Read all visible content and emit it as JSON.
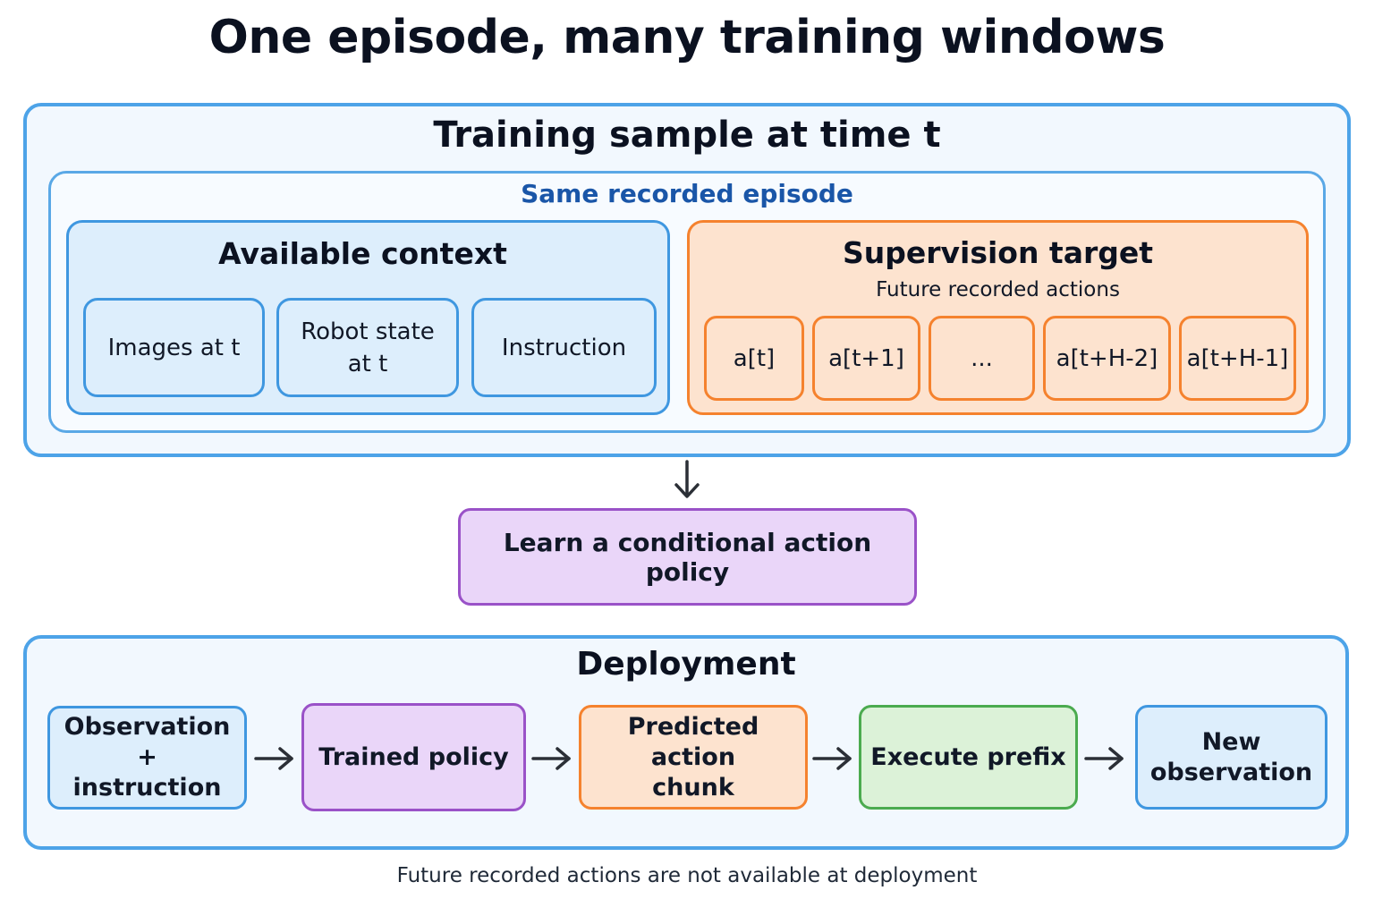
{
  "title": "One episode, many training windows",
  "training": {
    "title": "Training sample at time t",
    "episode_label": "Same recorded episode",
    "context": {
      "title": "Available context",
      "items": [
        "Images at t",
        "Robot state\nat t",
        "Instruction"
      ]
    },
    "supervision": {
      "title": "Supervision target",
      "subtitle": "Future recorded actions",
      "actions": [
        "a[t]",
        "a[t+1]",
        "...",
        "a[t+H-2]",
        "a[t+H-1]"
      ]
    }
  },
  "policy_label": "Learn a conditional action policy",
  "deployment": {
    "title": "Deployment",
    "steps": [
      "Observation +\ninstruction",
      "Trained policy",
      "Predicted action\nchunk",
      "Execute prefix",
      "New\nobservation"
    ]
  },
  "footer_note": "Future recorded actions are not available at deployment",
  "colors": {
    "blue_border": "#4da3e8",
    "blue_fill": "#ddeefc",
    "orange_border": "#f5822e",
    "orange_fill": "#fde3cf",
    "purple_border": "#9a52c8",
    "purple_fill": "#ead6f9",
    "green_border": "#4bab4f",
    "green_fill": "#dcf2d8",
    "episode_text": "#1a56a8"
  }
}
